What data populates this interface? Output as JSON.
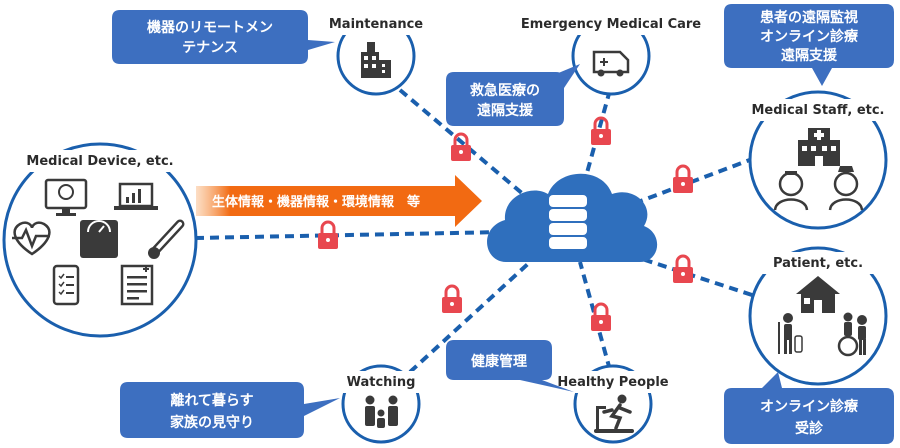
{
  "colors": {
    "blue": "#1a5fad",
    "bubble": "#3d6fc0",
    "cloud": "#2f6fbd",
    "lock": "#e8474f",
    "arrow": "#f26a12",
    "icon": "#3a3a3a"
  },
  "nodes": {
    "maintenance": "Maintenance",
    "emergency": "Emergency Medical Care",
    "medical_staff": "Medical Staff, etc.",
    "medical_device": "Medical Device, etc.",
    "patient": "Patient, etc.",
    "watching": "Watching",
    "healthy": "Healthy People"
  },
  "bubbles": {
    "maintenance": [
      "機器のリモートメン",
      "テナンス"
    ],
    "emergency": [
      "救急医療の",
      "遠隔支援"
    ],
    "staff": [
      "患者の遠隔監視",
      "オンライン診療",
      "遠隔支援"
    ],
    "health": [
      "健康管理"
    ],
    "watching": [
      "離れて暮らす",
      "家族の見守り"
    ],
    "patient": [
      "オンライン診療",
      "受診"
    ]
  },
  "arrow_label": "生体情報・機器情報・環境情報　等",
  "icons": {
    "maintenance": "building-icon",
    "emergency": "ambulance-icon",
    "staff": [
      "hospital-icon",
      "doctor-icon",
      "nurse-icon"
    ],
    "devices": [
      "monitor-icon",
      "laptop-chart-icon",
      "heart-rate-icon",
      "scale-icon",
      "thermometer-icon",
      "smartphone-icon",
      "document-icon"
    ],
    "patient": [
      "house-icon",
      "crutch-person-icon",
      "wheelchair-icon"
    ],
    "watching": "family-icon",
    "healthy": "treadmill-icon",
    "cloud": "database-cloud-icon",
    "lock": "lock-icon"
  }
}
